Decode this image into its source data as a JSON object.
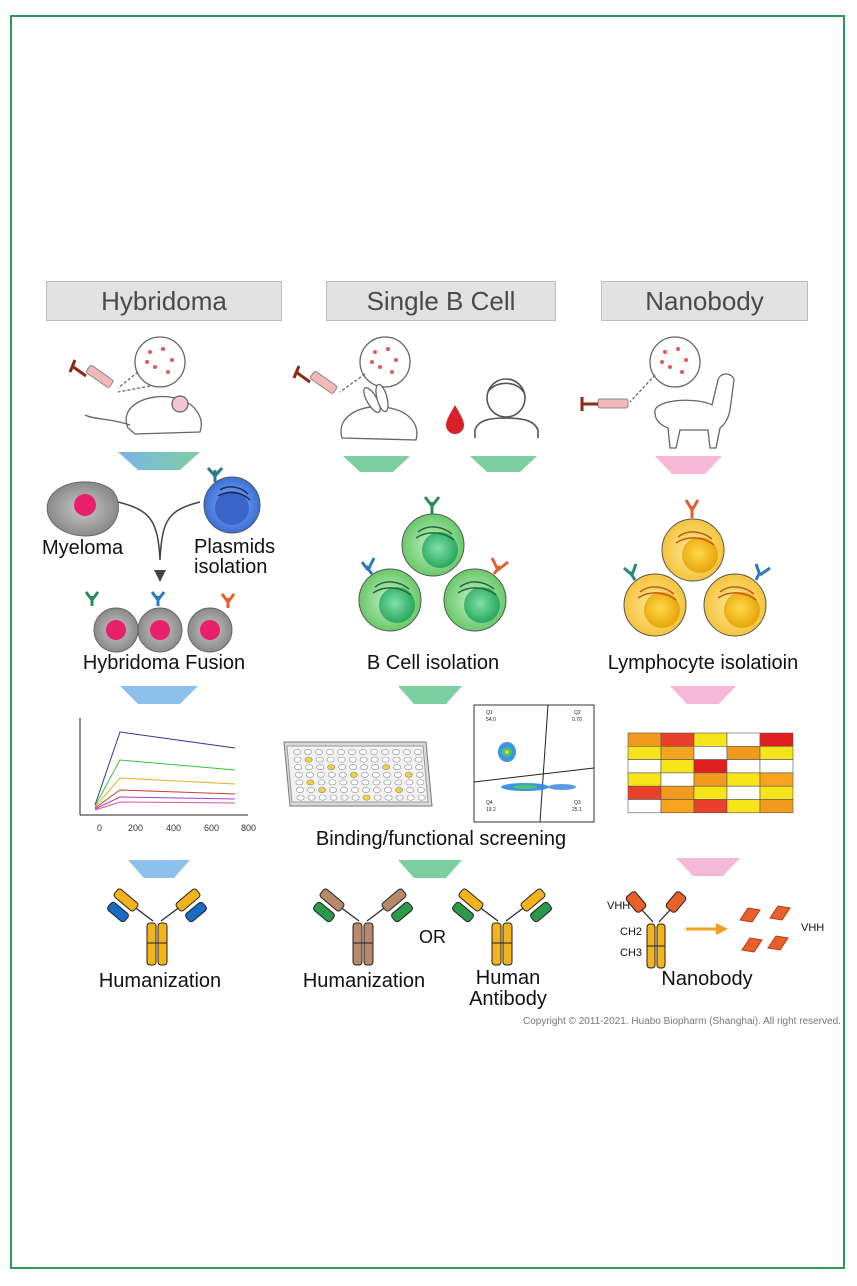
{
  "columns": {
    "hybridoma": {
      "title": "Hybridoma"
    },
    "single_b": {
      "title": "Single B Cell"
    },
    "nanobody": {
      "title": "Nanobody"
    }
  },
  "labels": {
    "myeloma": "Myeloma",
    "plasmids_line1": "Plasmids",
    "plasmids_line2": "isolation",
    "hybridoma_fusion": "Hybridoma Fusion",
    "b_cell_isolation": "B Cell isolation",
    "lymphocyte_isolation": "Lymphocyte isolatioin",
    "screening": "Binding/functional screening",
    "humanization_1": "Humanization",
    "humanization_2": "Humanization",
    "or": "OR",
    "human_antibody_line1": "Human",
    "human_antibody_line2": "Antibody",
    "nanobody": "Nanobody",
    "vhh_left": "VHH",
    "ch2": "CH2",
    "ch3": "CH3",
    "vhh_right": "VHH"
  },
  "binding_plot": {
    "x_ticks": [
      "0",
      "200",
      "400",
      "600",
      "800"
    ],
    "curve_colors": [
      "#3a2ea8",
      "#39c43a",
      "#e8b020",
      "#d23a2a",
      "#a040c8",
      "#e050a0"
    ]
  },
  "flow_plot": {
    "q1_label": "Q1",
    "q1_value": "54.0",
    "q2_label": "Q2",
    "q2_value": "0.70",
    "q3_label": "Q3",
    "q3_value": "25.1",
    "q4_label": "Q4",
    "q4_value": "19.2"
  },
  "heatmap": {
    "rows": [
      [
        "#f29a1e",
        "#e8402a",
        "#f6e51a",
        "#ffffff",
        "#e02020"
      ],
      [
        "#f6e51a",
        "#f6a41e",
        "#ffffff",
        "#f29a1e",
        "#f6e51a"
      ],
      [
        "#ffffff",
        "#f6e51a",
        "#e02020",
        "#ffffff",
        "#ffffff"
      ],
      [
        "#f6e51a",
        "#ffffff",
        "#f29a1e",
        "#f6e51a",
        "#f6a41e"
      ],
      [
        "#e8402a",
        "#f29a1e",
        "#f6e51a",
        "#ffffff",
        "#f6e51a"
      ],
      [
        "#ffffff",
        "#f6a41e",
        "#e8402a",
        "#f6e51a",
        "#f29a1e"
      ]
    ]
  },
  "copyright": "Copyright © 2011-2021. Huabo Biopharm (Shanghai). All right reserved."
}
